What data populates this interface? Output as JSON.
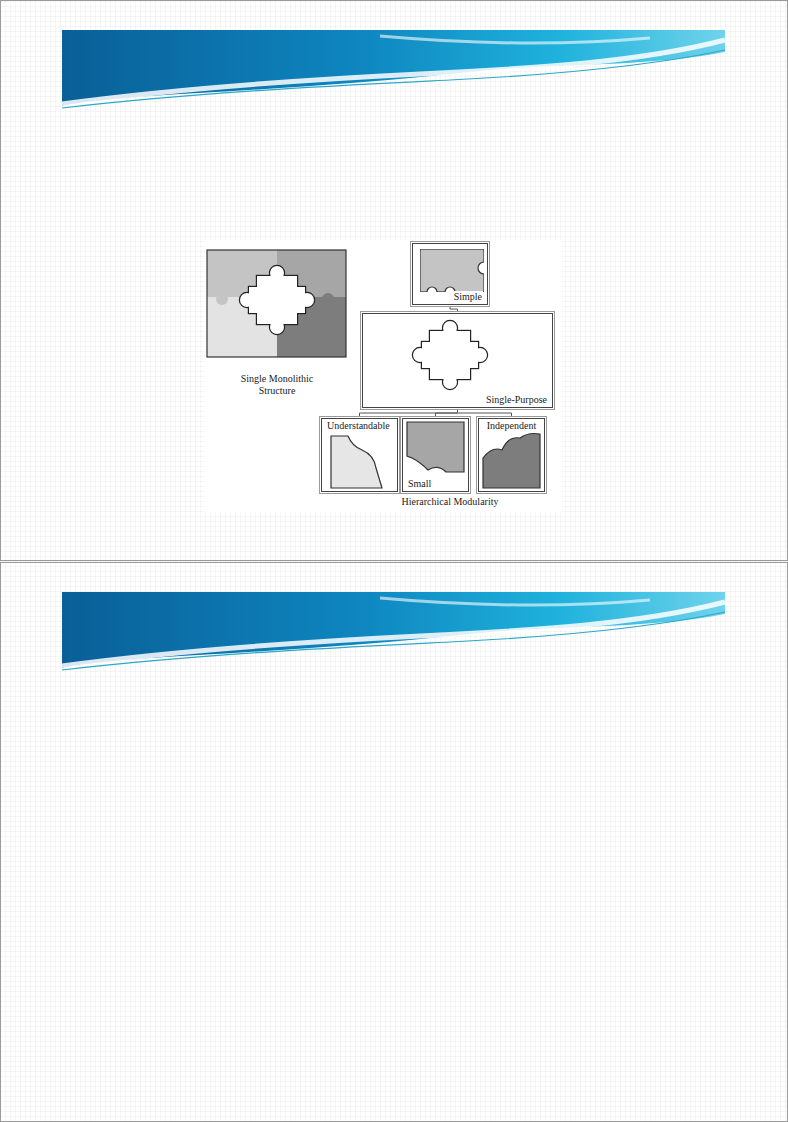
{
  "diagram": {
    "nodes": [
      {
        "text": [
          "Simple"
        ]
      },
      {
        "text": [
          "Single-Purpose"
        ]
      },
      {
        "text": [
          "Understandable"
        ]
      },
      {
        "text": [
          "Small"
        ]
      },
      {
        "text": [
          "Independent"
        ]
      }
    ],
    "edges": [
      {
        "from": 0,
        "to": 1,
        "arrow": "none"
      },
      {
        "from": 1,
        "to": 2,
        "arrow": "none"
      },
      {
        "from": 1,
        "to": 3,
        "arrow": "none"
      },
      {
        "from": 1,
        "to": 4,
        "arrow": "none"
      }
    ],
    "labels": [
      "Single Monolithic Structure",
      "Hierarchical Modularity"
    ]
  }
}
